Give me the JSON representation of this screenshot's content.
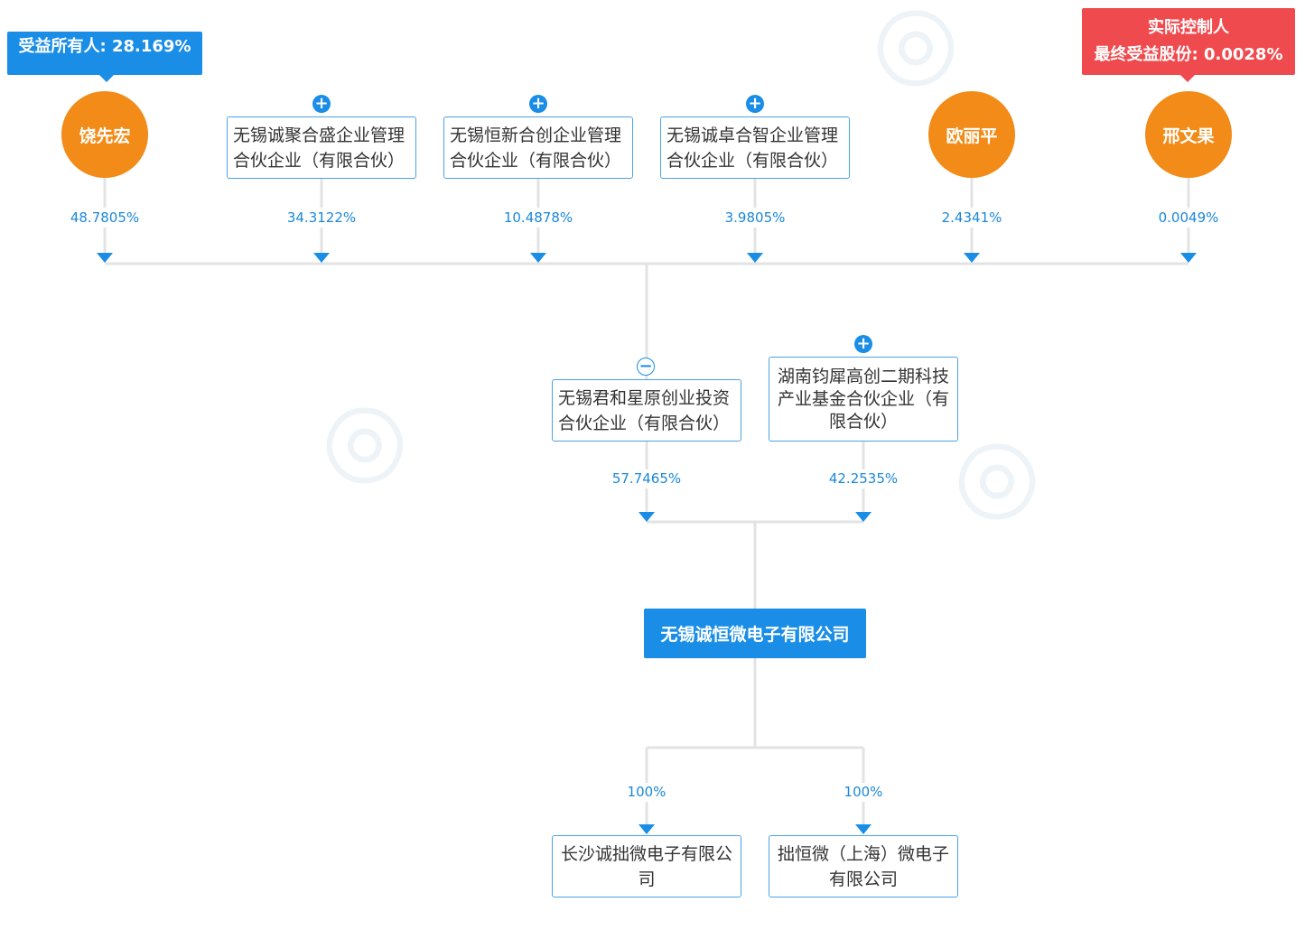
{
  "tags": {
    "beneficial_owner": "受益所有人: 28.169%",
    "actual_controller": "实际控制人",
    "final_benefit": "最终受益股份: 0.0028%"
  },
  "top_row": [
    {
      "name": "饶先宏",
      "kind": "person",
      "percent": "48.7805%"
    },
    {
      "name": "无锡诚聚合盛企业管理合伙企业（有限合伙）",
      "kind": "company",
      "percent": "34.3122%"
    },
    {
      "name": "无锡恒新合创企业管理合伙企业（有限合伙）",
      "kind": "company",
      "percent": "10.4878%"
    },
    {
      "name": "无锡诚卓合智企业管理合伙企业（有限合伙）",
      "kind": "company",
      "percent": "3.9805%"
    },
    {
      "name": "欧丽平",
      "kind": "person",
      "percent": "2.4341%"
    },
    {
      "name": "邢文果",
      "kind": "person",
      "percent": "0.0049%"
    }
  ],
  "middle_row": [
    {
      "name": "无锡君和星原创业投资合伙企业（有限合伙）",
      "percent": "57.7465%"
    },
    {
      "name": "湖南钧犀高创二期科技产业基金合伙企业（有限合伙）",
      "percent": "42.2535%"
    }
  ],
  "target": "无锡诚恒微电子有限公司",
  "subsidiaries": [
    {
      "name": "长沙诚拙微电子有限公司",
      "percent": "100%"
    },
    {
      "name": "拙恒微（上海）微电子有限公司",
      "percent": "100%"
    }
  ],
  "colors": {
    "person": "#f28b17",
    "primary": "#1a8ee6",
    "controller_tag": "#ef4b4f",
    "line": "#e3e3e3"
  },
  "icons": {
    "expand": "plus-icon",
    "collapse": "minus-icon"
  }
}
